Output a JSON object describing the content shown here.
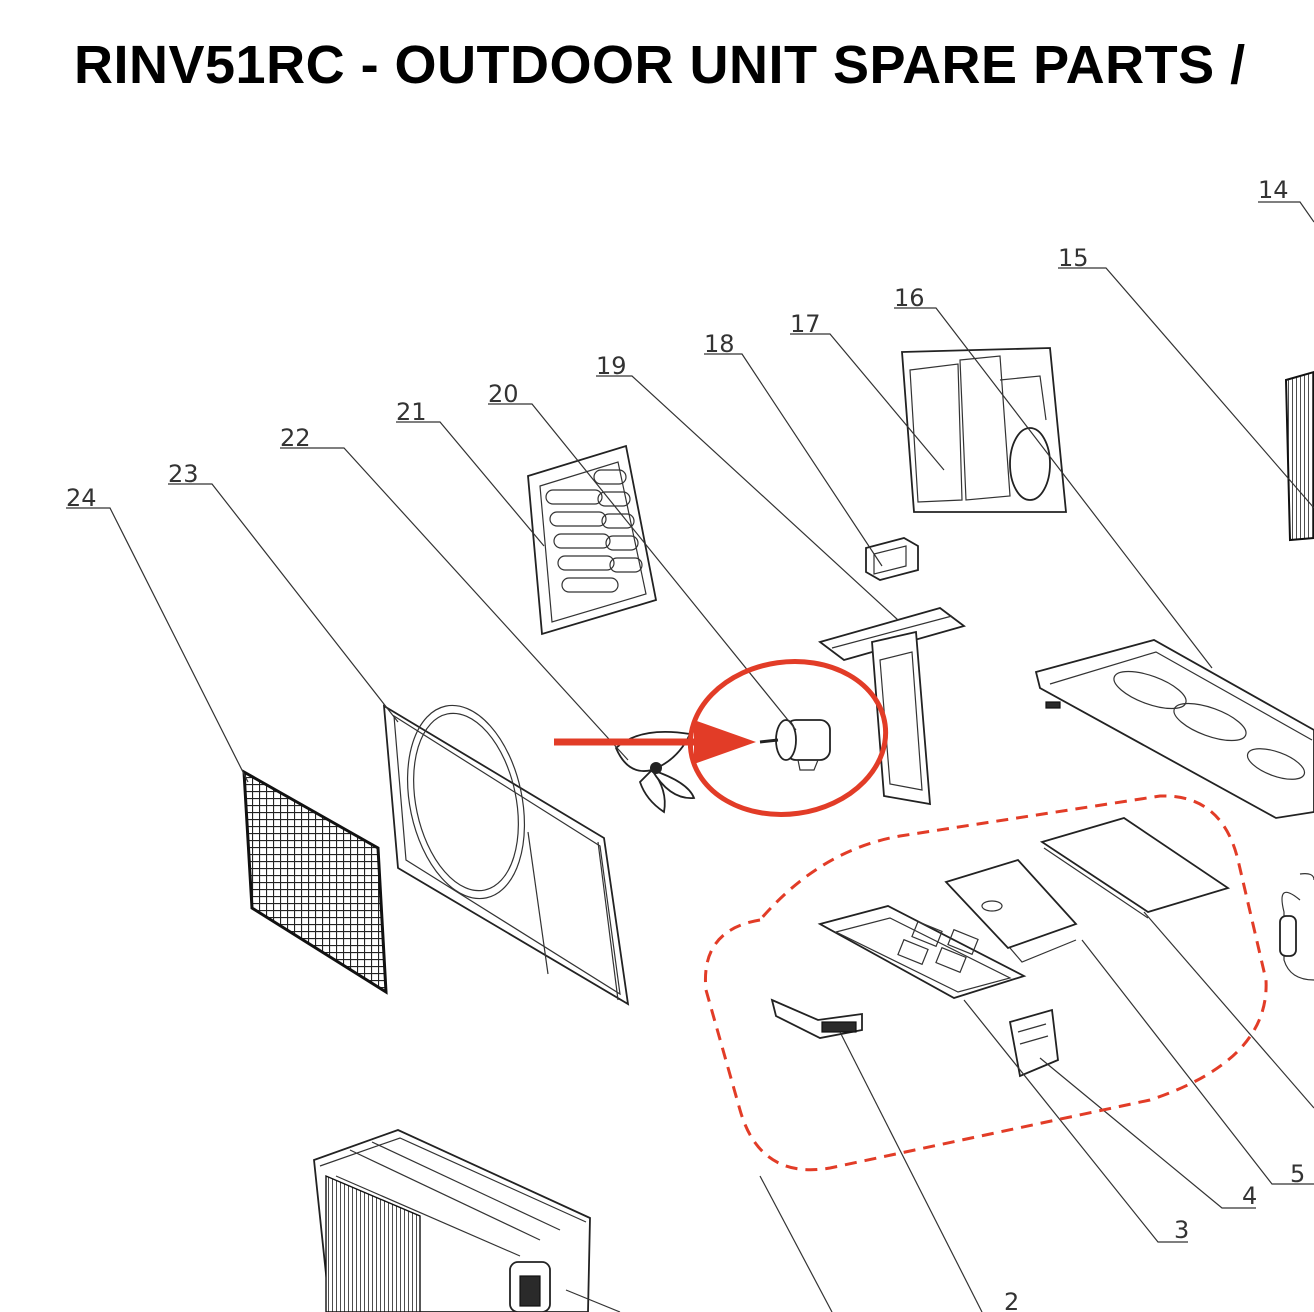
{
  "title": "RINV51RC - OUTDOOR UNIT SPARE PARTS /",
  "callouts": [
    "14",
    "15",
    "16",
    "17",
    "18",
    "19",
    "20",
    "21",
    "22",
    "23",
    "24",
    "5",
    "4",
    "3",
    "2"
  ],
  "colors": {
    "highlight": "#e23c27",
    "line": "#333333"
  }
}
